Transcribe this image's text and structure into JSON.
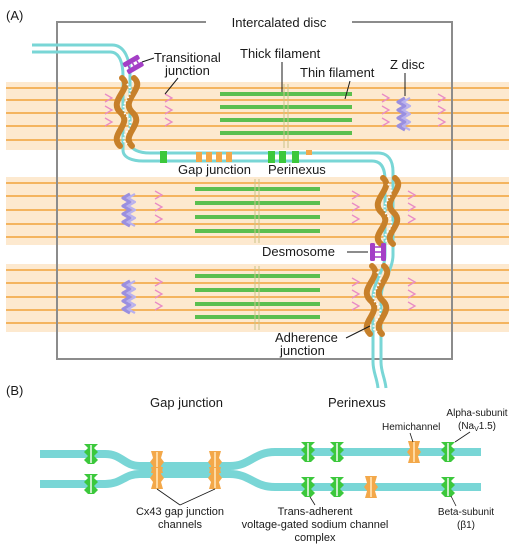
{
  "panel_a": {
    "tag": "(A)",
    "title": "Intercalated disc",
    "labels": {
      "transitional_junction_line1": "Transitional",
      "transitional_junction_line2": "junction",
      "thick_filament": "Thick filament",
      "thin_filament": "Thin filament",
      "z_disc": "Z disc",
      "gap_junction": "Gap junction",
      "perinexus": "Perinexus",
      "desmosome": "Desmosome",
      "adherence_junction_line1": "Adherence",
      "adherence_junction_line2": "junction"
    }
  },
  "panel_b": {
    "tag": "(B)",
    "labels": {
      "gap_junction": "Gap junction",
      "perinexus": "Perinexus",
      "hemichannel": "Hemichannel",
      "alpha_subunit_line1": "Alpha-subunit",
      "alpha_subunit_line2_a": "(Na",
      "alpha_subunit_sub": "V",
      "alpha_subunit_line2_b": "1.5)",
      "cx43_line1": "Cx43 gap junction",
      "cx43_line2": "channels",
      "trans_adherent_line1": "Trans-adherent",
      "trans_adherent_line2": "voltage-gated sodium channel",
      "trans_adherent_line3": "complex",
      "beta_subunit_line1": "Beta-subunit",
      "beta_subunit_line2": "(β1)"
    }
  },
  "colors": {
    "membrane": "#79d6d6",
    "cell_band": "#fde9cf",
    "thin_filament": "#f2a33a",
    "thick_filament": "#5cbf4f",
    "z_disc": "#9a8fe0",
    "titin": "#e98bc5",
    "adherence": "#c7802a",
    "desmosome": "#a43fc6",
    "gap_channel": "#f3a84a",
    "sodium_channel": "#3cc83c",
    "frame": "#8c8c8c"
  }
}
